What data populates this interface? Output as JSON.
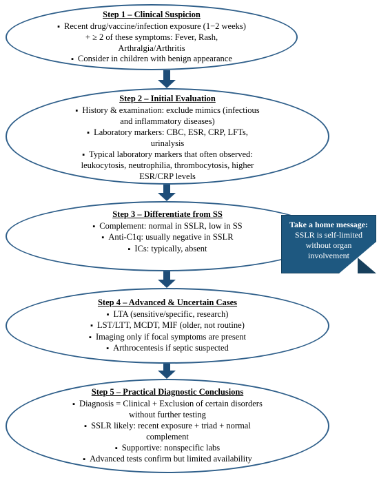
{
  "steps": [
    {
      "title": "Step 1 – Clinical Suspicion",
      "lines": [
        {
          "text": "Recent drug/vaccine/infection exposure (1−2 weeks)",
          "bullet": true
        },
        {
          "text": "+ ≥ 2 of these symptoms: Fever, Rash,",
          "bullet": false
        },
        {
          "text": "Arthralgia/Arthritis",
          "bullet": false
        },
        {
          "text": "Consider in children with benign appearance",
          "bullet": true
        }
      ]
    },
    {
      "title": "Step 2 – Initial Evaluation",
      "lines": [
        {
          "text": "History & examination: exclude mimics (infectious",
          "bullet": true
        },
        {
          "text": "and inflammatory diseases)",
          "bullet": false
        },
        {
          "text": "Laboratory markers: CBC, ESR, CRP, LFTs,",
          "bullet": true
        },
        {
          "text": "urinalysis",
          "bullet": false
        },
        {
          "text": "Typical laboratory markers that often observed:",
          "bullet": true
        },
        {
          "text": "leukocytosis, neutrophilia, thrombocytosis, higher",
          "bullet": false
        },
        {
          "text": "ESR/CRP levels",
          "bullet": false
        }
      ]
    },
    {
      "title": "Step 3 – Differentiate from SS",
      "lines": [
        {
          "text": "Complement: normal in SSLR, low in SS",
          "bullet": true
        },
        {
          "text": "Anti-C1q: usually negative in SSLR",
          "bullet": true
        },
        {
          "text": "ICs: typically, absent",
          "bullet": true
        }
      ]
    },
    {
      "title": "Step 4 – Advanced & Uncertain Cases",
      "lines": [
        {
          "text": "LTA (sensitive/specific, research)",
          "bullet": true
        },
        {
          "text": "LST/LTT, MCDT, MIF (older, not routine)",
          "bullet": true
        },
        {
          "text": "Imaging only if focal symptoms are present",
          "bullet": true
        },
        {
          "text": "Arthrocentesis if septic suspected",
          "bullet": true
        }
      ]
    },
    {
      "title": "Step 5 – Practical Diagnostic Conclusions",
      "lines": [
        {
          "text": "Diagnosis = Clinical + Exclusion of certain disorders",
          "bullet": true
        },
        {
          "text": "without further testing",
          "bullet": false
        },
        {
          "text": "SSLR likely: recent exposure + triad + normal",
          "bullet": true
        },
        {
          "text": "complement",
          "bullet": false
        },
        {
          "text": "Supportive: nonspecific labs",
          "bullet": true
        },
        {
          "text": "Advanced tests confirm but limited availability",
          "bullet": true
        }
      ]
    }
  ],
  "note": {
    "title": "Take a home message:",
    "line1": "SSLR is self-limited",
    "line2": "without organ",
    "line3": "involvement"
  },
  "colors": {
    "ellipse_border": "#2f5f8a",
    "arrow": "#1e4d78",
    "note_fill": "#1e5880",
    "note_text": "#ffffff"
  }
}
